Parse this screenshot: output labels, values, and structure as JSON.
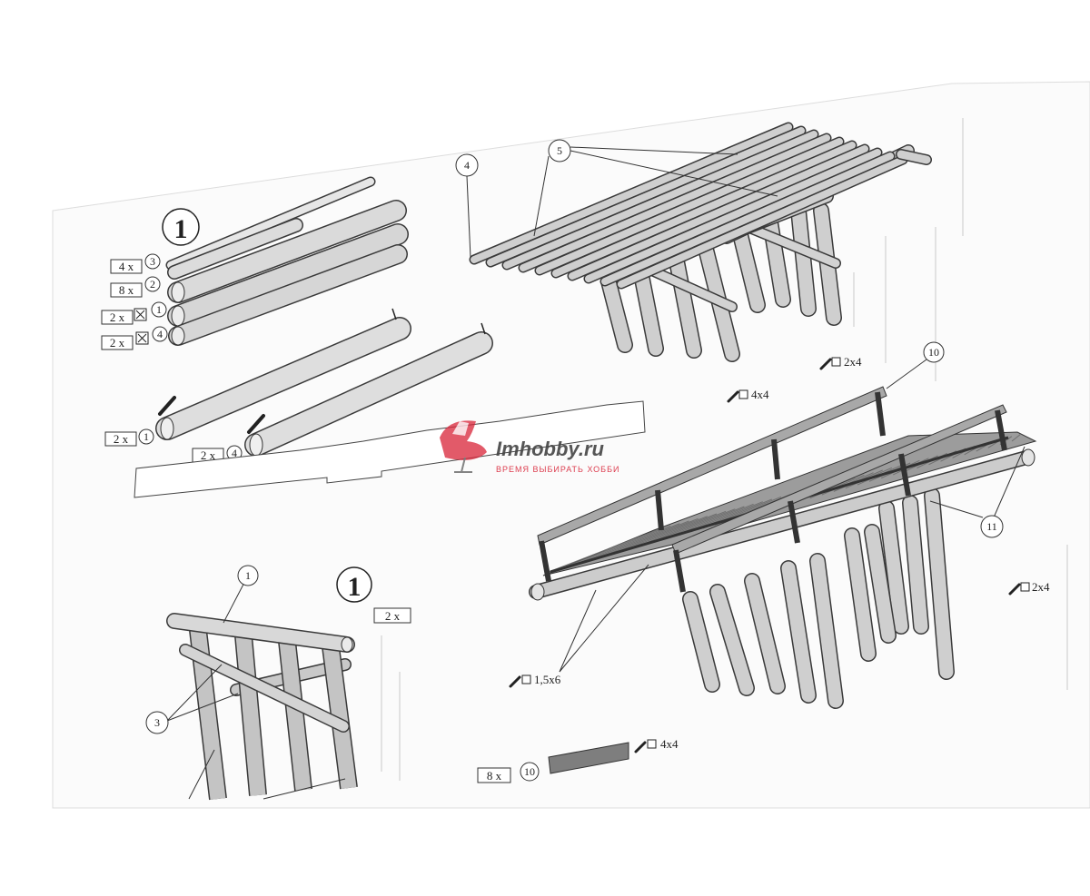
{
  "watermark": {
    "brand": "Imhobby.ru",
    "slogan": "ВРЕМЯ ВЫБИРАТЬ ХОББИ"
  },
  "step_markers": {
    "step_top": "1",
    "step_bottom": "1"
  },
  "parts_list": {
    "row_a": {
      "qty": "4 x",
      "part": "3"
    },
    "row_b": {
      "qty": "8 x",
      "part": "2"
    },
    "row_c": {
      "qty": "2 x",
      "part": "1"
    },
    "row_d": {
      "qty": "2 x",
      "part": "4"
    }
  },
  "marking": {
    "part1": {
      "qty": "2 x",
      "part": "1"
    },
    "part4": {
      "qty": "2 x",
      "part": "4"
    }
  },
  "trestle": {
    "callout_1": "1",
    "callout_3": "3",
    "qty": "2 x"
  },
  "deck_frame": {
    "callout_4": "4",
    "callout_5": "5"
  },
  "bridge": {
    "callout_10": "10",
    "callout_11": "11",
    "spec_top": "2x4",
    "spec_upper": "4x4",
    "spec_right": "2x4",
    "spec_deck": "1,5x6"
  },
  "plank_part": {
    "qty": "8 x",
    "part": "10",
    "spec": "4x4"
  },
  "colors": {
    "log_fill": "#cfcfcf",
    "log_stroke": "#3a3a3a",
    "plank_fill": "#7e7e7e",
    "watermark_red": "#d9283c"
  }
}
